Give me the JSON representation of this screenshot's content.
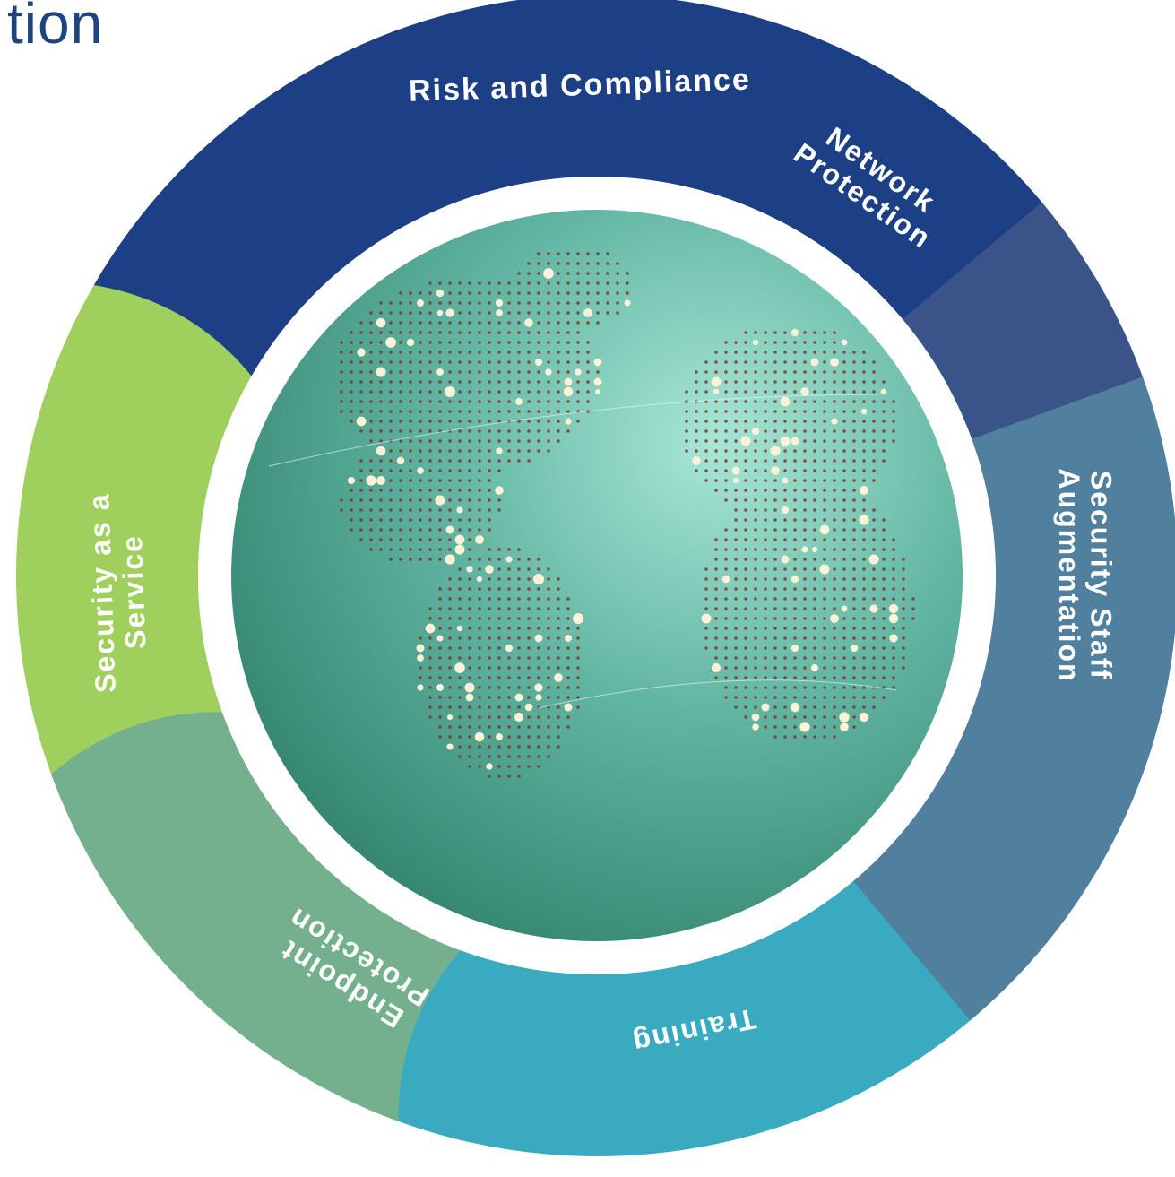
{
  "corner_title": "tion",
  "colors": {
    "risk": "#1c3f86",
    "network": "#3a5389",
    "staff": "#51809f",
    "training": "#3aaac0",
    "endpoint": "#74b08e",
    "service": "#9fcf5c",
    "globe_light": "#a8e6d6",
    "globe_mid": "#5fb3a0",
    "globe_dark": "#2a7a64",
    "land_dot": "#7a3a28",
    "city_light": "#fff2d6"
  },
  "segments": [
    {
      "id": "risk",
      "lines": [
        "Risk and Compliance"
      ]
    },
    {
      "id": "network",
      "lines": [
        "Network",
        "Protection"
      ]
    },
    {
      "id": "staff",
      "lines": [
        "Security Staff",
        "Augmentation"
      ]
    },
    {
      "id": "training",
      "lines": [
        "Training"
      ]
    },
    {
      "id": "endpoint",
      "lines": [
        "Endpoint",
        "Protection"
      ]
    },
    {
      "id": "service",
      "lines": [
        "Security as a",
        "Service"
      ]
    }
  ],
  "globe_icon": "world-globe-icon"
}
